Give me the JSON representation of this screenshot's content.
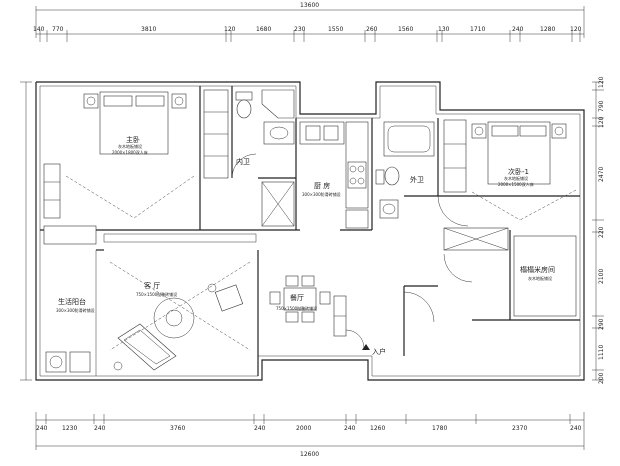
{
  "dimensions": {
    "top_total": "13600",
    "top": [
      "140",
      "770",
      "3810",
      "120",
      "1680",
      "230",
      "1550",
      "260",
      "1560",
      "130",
      "1710",
      "240",
      "1280",
      "120"
    ],
    "bottom_total": "12600",
    "bottom": [
      "240",
      "1230",
      "240",
      "3760",
      "240",
      "2000",
      "240",
      "1260",
      "1780",
      "2370",
      "240"
    ],
    "right": [
      "120",
      "790",
      "120",
      "2470",
      "220",
      "2100",
      "290",
      "1110",
      "200"
    ]
  },
  "rooms": {
    "master_bedroom": {
      "name": "主卧",
      "note1": "灰木地板铺设",
      "note2": "2000×1800双人床"
    },
    "inner_bath": {
      "name": "内卫"
    },
    "kitchen": {
      "name": "厨 房",
      "note": "300×300防滑砖铺设"
    },
    "outer_bath": {
      "name": "外卫"
    },
    "second_bedroom": {
      "name": "次卧-1",
      "note1": "灰木地板铺设",
      "note2": "2000×1500双人床"
    },
    "tatami": {
      "name": "榻榻米房间",
      "note": "灰木地板铺设"
    },
    "living_room": {
      "name": "客 厅",
      "note": "750×1500抛釉砖铺设"
    },
    "dining_room": {
      "name": "餐厅",
      "note": "750×1500抛釉砖铺设"
    },
    "balcony": {
      "name": "生活阳台",
      "note": "300×300防滑砖铺设"
    },
    "entrance": {
      "name": "入户"
    }
  },
  "colors": {
    "line": "#222222",
    "background": "#ffffff"
  }
}
